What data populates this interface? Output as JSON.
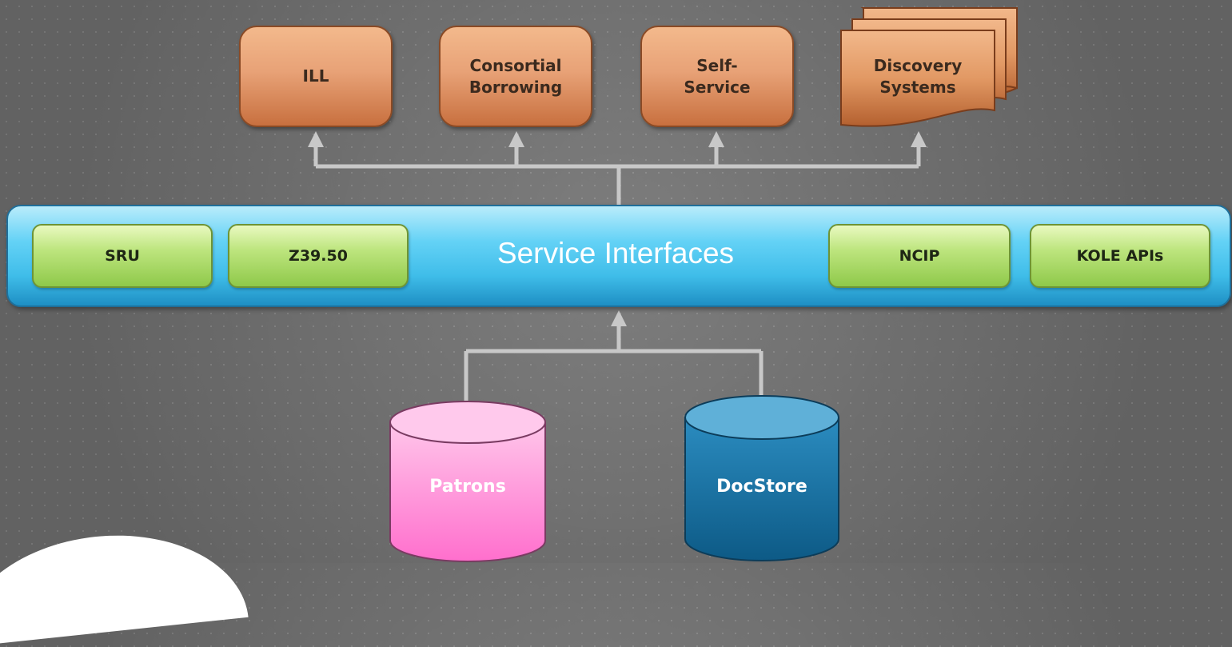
{
  "consumers": {
    "ill": "ILL",
    "consortial": [
      "Consortial",
      "Borrowing"
    ],
    "self_service": [
      "Self-",
      "Service"
    ],
    "discovery": [
      "Discovery",
      "Systems"
    ]
  },
  "service_bus": {
    "label": "Service Interfaces",
    "interfaces": {
      "sru": "SRU",
      "z3950": "Z39.50",
      "ncip": "NCIP",
      "kole": "KOLE APIs"
    }
  },
  "stores": {
    "patrons": "Patrons",
    "docstore": "DocStore"
  },
  "colors": {
    "consumer_box": "#e8a277",
    "service_bus": "#4cc6f0",
    "interface_box": "#a9d964",
    "patrons_db": "#ff8ed3",
    "docstore_db": "#1f7fb1",
    "connector": "#c8c8c8"
  }
}
